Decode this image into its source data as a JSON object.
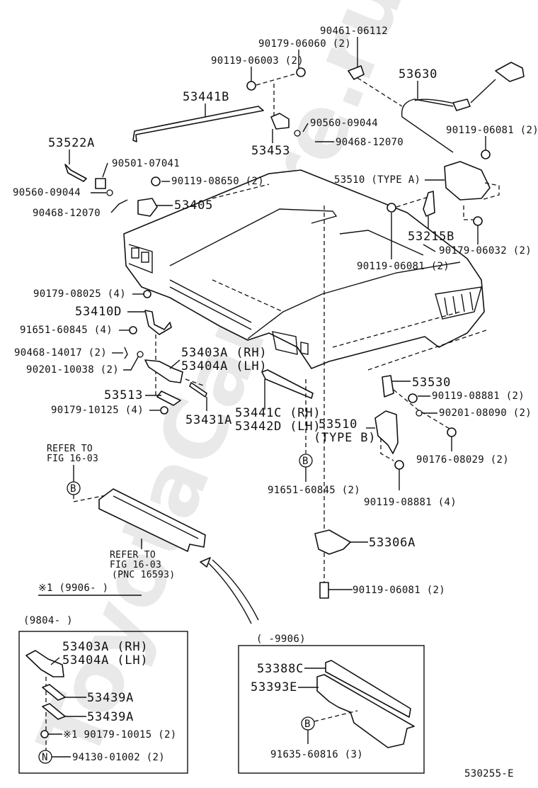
{
  "watermark": "ToyotaCarWire.ru",
  "figure_code": "530255-E",
  "colors": {
    "ink": "#111111",
    "watermark": "#e9e9e9",
    "background": "#ffffff"
  },
  "callouts": {
    "p90461_06112": "90461-06112",
    "p90179_06060": "90179-06060 (2)",
    "p90119_06003": "90119-06003 (2)",
    "p53630": "53630",
    "p53441B": "53441B",
    "p90119_06081_top": "90119-06081 (2)",
    "p53522A": "53522A",
    "p90560_09044_mid": "90560-09044",
    "p90468_12070_mid": "90468-12070",
    "p53453": "53453",
    "p90501_07041": "90501-07041",
    "p90119_08650": "90119-08650 (2)",
    "p53510_typeA": "53510 (TYPE A)",
    "p90560_09044_left": "90560-09044",
    "p90468_12070_left": "90468-12070",
    "p53405": "53405",
    "p53215B": "53215B",
    "p90179_06032": "90179-06032 (2)",
    "p90119_06081_hood": "90119-06081 (2)",
    "p90179_08025": "90179-08025 (4)",
    "p53410D": "53410D",
    "p91651_60845_left": "91651-60845 (4)",
    "p90468_14017": "90468-14017 (2)",
    "p90201_10038": "90201-10038 (2)",
    "p53403A": "53403A (RH)",
    "p53404A": "53404A (LH)",
    "p53513": "53513",
    "p90179_10125": "90179-10125 (4)",
    "p53431A": "53431A",
    "p53441C": "53441C (RH)",
    "p53442D": "53442D (LH)",
    "p53530": "53530",
    "p90119_08881_a": "90119-08881 (2)",
    "p90201_08090": "90201-08090 (2)",
    "p53510_typeB_1": "53510",
    "p53510_typeB_2": "(TYPE B)",
    "p90176_08029": "90176-08029 (2)",
    "p91651_60845_mid": "91651-60845 (2)",
    "p90119_08881_b": "90119-08881 (4)",
    "p53306A": "53306A",
    "p90119_06081_bot": "90119-06081 (2)"
  },
  "refer_notes": {
    "top_line1": "REFER TO",
    "top_line2": "FIG 16-03",
    "bottom_line1": "REFER TO",
    "bottom_line2": "FIG 16-03",
    "bottom_line3": "(PNC 16593)"
  },
  "markers": {
    "b": "B",
    "n": "N"
  },
  "note_x1": "※1 (9906-      )",
  "inset_left": {
    "range": "(9804-      )",
    "p53403A": "53403A (RH)",
    "p53404A": "53404A (LH)",
    "p53439A_1": "53439A",
    "p53439A_2": "53439A",
    "p90179_10015": "※1 90179-10015 (2)",
    "p94130_01002": "94130-01002 (2)"
  },
  "inset_right": {
    "range": "(     -9906)",
    "p53388C": "53388C",
    "p53393E": "53393E",
    "p91635_60816": "91635-60816 (3)"
  }
}
